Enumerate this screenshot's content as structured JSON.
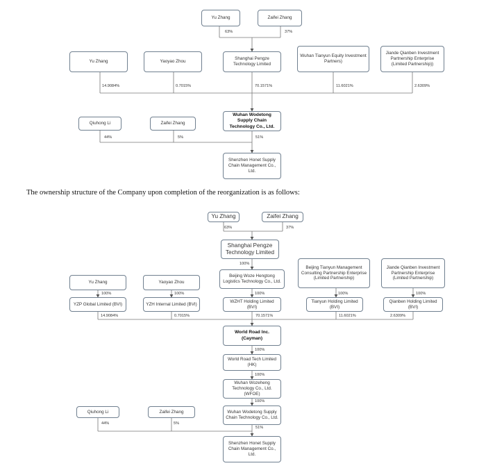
{
  "diagram1": {
    "boxes": {
      "yu_zhang_top": "Yu Zhang",
      "zaifei_zhang_top": "Zaifei Zhang",
      "yu_zhang": "Yu Zhang",
      "yaoyao_zhou": "Yaoyao Zhou",
      "shanghai_pengze": "Shanghai Pengze Technology Limited",
      "wuhan_tianyun": "Wuhan Tianyun Equity Investment Partners)",
      "jiande_qianben": "Jiande Qianben Investment Partnership Enterprise (Limited Partnership))",
      "qiuhong_li": "Qiuhong Li",
      "zaifei_zhang": "Zaifei Zhang",
      "wuhan_wodetong": "Wuhan Wodetong Supply Chain Technology Co., Ltd.",
      "shenzhen_honet": "Shenzhen Honet Supply Chain Management Co., Ltd."
    },
    "percents": {
      "p63": "63%",
      "p37": "37%",
      "p14": "14.9084%",
      "p07": "0.7015%",
      "p70": "70.1571%",
      "p11": "11.6021%",
      "p26": "2.6309%",
      "p44": "44%",
      "p5": "5%",
      "p51": "51%"
    }
  },
  "caption": "The ownership structure of the Company upon completion of the reorganization is as follows:",
  "diagram2": {
    "boxes": {
      "yu_zhang_top": "Yu Zhang",
      "zaifei_zhang_top": "Zaifei Zhang",
      "shanghai_pengze": "Shanghai Pengze Technology Limited",
      "beijing_woze": "Beijing Woze Hengtong Logistics Technology Co., Ltd.",
      "beijing_tianyun": "Beijing Tianyun Management Consulting Partnership Enterprise (Limited Partnership)",
      "jiande_qianben": "Jiande Qianben Investment Partnership Enterprise (Limited Partnership)",
      "yu_zhang": "Yu Zhang",
      "yaoyao_zhou": "Yaoyao Zhou",
      "yzp_global": "YZP Global Limited (BVI)",
      "yzh_internal": "YZH Internal Limited (BVI)",
      "wzht_holding": "WZHT Holding Limited (BVI)",
      "tianyun_holding": "Tianyun Holding Limited (BVI)",
      "qianben_holding": "Qianben Holding Limited (BVI)",
      "world_road_cayman": "World Road Inc. (Cayman)",
      "world_road_hk": "World Road Tech Limited (HK)",
      "wuhan_wozeheng": "Wuhan Wozeheng Technology Co., Ltd. (WFOE)",
      "wuhan_wodetong": "Wuhan Wodetong Supply Chain Technology Co., Ltd.",
      "qiuhong_li": "Qiuhong Li",
      "zaifei_zhang": "Zaifei Zhang",
      "shenzhen_honet": "Shenzhen Honet Supply Chain Management Co., Ltd."
    },
    "percents": {
      "p63": "63%",
      "p37": "37%",
      "p100_woze": "100%",
      "p100_yzp": "100%",
      "p100_yzh": "100%",
      "p100_wzht": "100%",
      "p100_tianyun": "100%",
      "p100_qianben": "100%",
      "p14": "14.9084%",
      "p07": "0.7015%",
      "p70": "70.1571%",
      "p11": "11.6021%",
      "p26": "2.6309%",
      "p100_hk": "100%",
      "p100_wfoe": "100%",
      "p100_wodetong": "100%",
      "p44": "44%",
      "p5": "5%",
      "p51": "51%"
    }
  }
}
